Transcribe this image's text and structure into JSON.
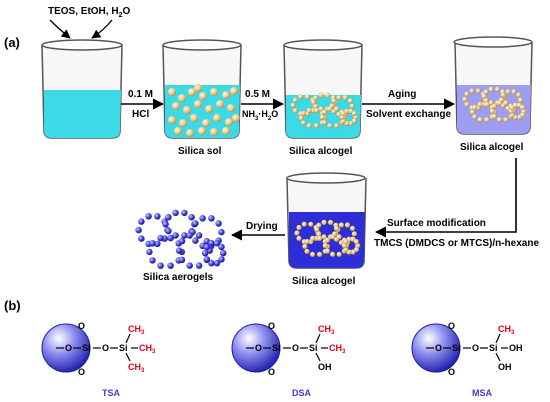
{
  "panel_a": {
    "label": "(a)",
    "reagents": "TEOS, EtOH, H",
    "reagents_sub": "2",
    "reagents_tail": "O",
    "step1": {
      "top": "0.1 M",
      "bottom": "HCl"
    },
    "step2": {
      "top": "0.5 M",
      "bottom_a": "NH",
      "bottom_sub1": "3",
      "bottom_b": "·H",
      "bottom_sub2": "2",
      "bottom_c": "O"
    },
    "step3": {
      "top": "Aging",
      "bottom": "Solvent exchange"
    },
    "step4": {
      "top": "Surface modification",
      "bottom": "TMCS (DMDCS or MTCS)/n-hexane"
    },
    "step5": {
      "top": "Drying"
    },
    "beakers": [
      {
        "caption": ""
      },
      {
        "caption": "Silica sol"
      },
      {
        "caption": "Silica alcogel"
      },
      {
        "caption": "Silica alcogel"
      },
      {
        "caption": "Silica alcogel"
      }
    ],
    "aerogel_caption": "Silica aerogels"
  },
  "panel_b": {
    "label": "(b)",
    "structures": [
      {
        "name": "TSA",
        "o_left": "O",
        "si1": "Si",
        "o_mid": "O",
        "si2": "Si",
        "o_top": "O",
        "o_bottom": "O",
        "groups": [
          {
            "a": "CH",
            "s": "3",
            "color": "red"
          },
          {
            "a": "CH",
            "s": "3",
            "color": "red"
          },
          {
            "a": "CH",
            "s": "3",
            "color": "red"
          }
        ]
      },
      {
        "name": "DSA",
        "o_left": "O",
        "si1": "Si",
        "o_mid": "O",
        "si2": "Si",
        "o_top": "O",
        "o_bottom": "O",
        "groups": [
          {
            "a": "CH",
            "s": "3",
            "color": "red"
          },
          {
            "a": "CH",
            "s": "3",
            "color": "red"
          },
          {
            "a": "OH",
            "s": "",
            "color": "black"
          }
        ]
      },
      {
        "name": "MSA",
        "o_left": "O",
        "si1": "Si",
        "o_mid": "O",
        "si2": "Si",
        "o_top": "O",
        "o_bottom": "O",
        "groups": [
          {
            "a": "CH",
            "s": "3",
            "color": "red"
          },
          {
            "a": "OH",
            "s": "",
            "color": "black"
          },
          {
            "a": "OH",
            "s": "",
            "color": "black"
          }
        ]
      }
    ]
  },
  "colors": {
    "liquid_cyan": "#3cd9e6",
    "liquid_lavender": "#9d9df2",
    "liquid_blue": "#2e2ed6",
    "particle_gold": "#e8c98a",
    "aerogel_blue": "#3b3bd6",
    "methyl_red": "#e2001a"
  }
}
